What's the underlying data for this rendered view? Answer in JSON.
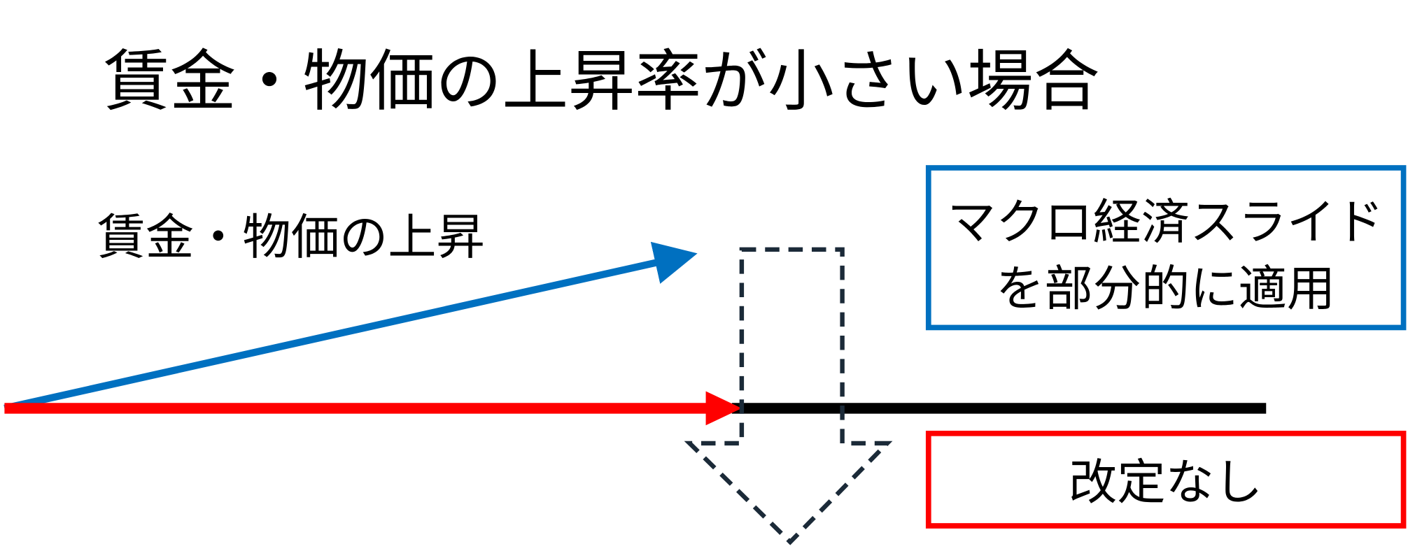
{
  "title": "賃金・物価の上昇率が小さい場合",
  "rise_label": "賃金・物価の上昇",
  "macro_box": {
    "line1": "マクロ経済スライド",
    "line2": "を部分的に適用"
  },
  "no_revision_box": {
    "label": "改定なし"
  },
  "colors": {
    "blue": "#0070C0",
    "red": "#FF0000",
    "black": "#000000",
    "dashed": "#1B2A38"
  }
}
